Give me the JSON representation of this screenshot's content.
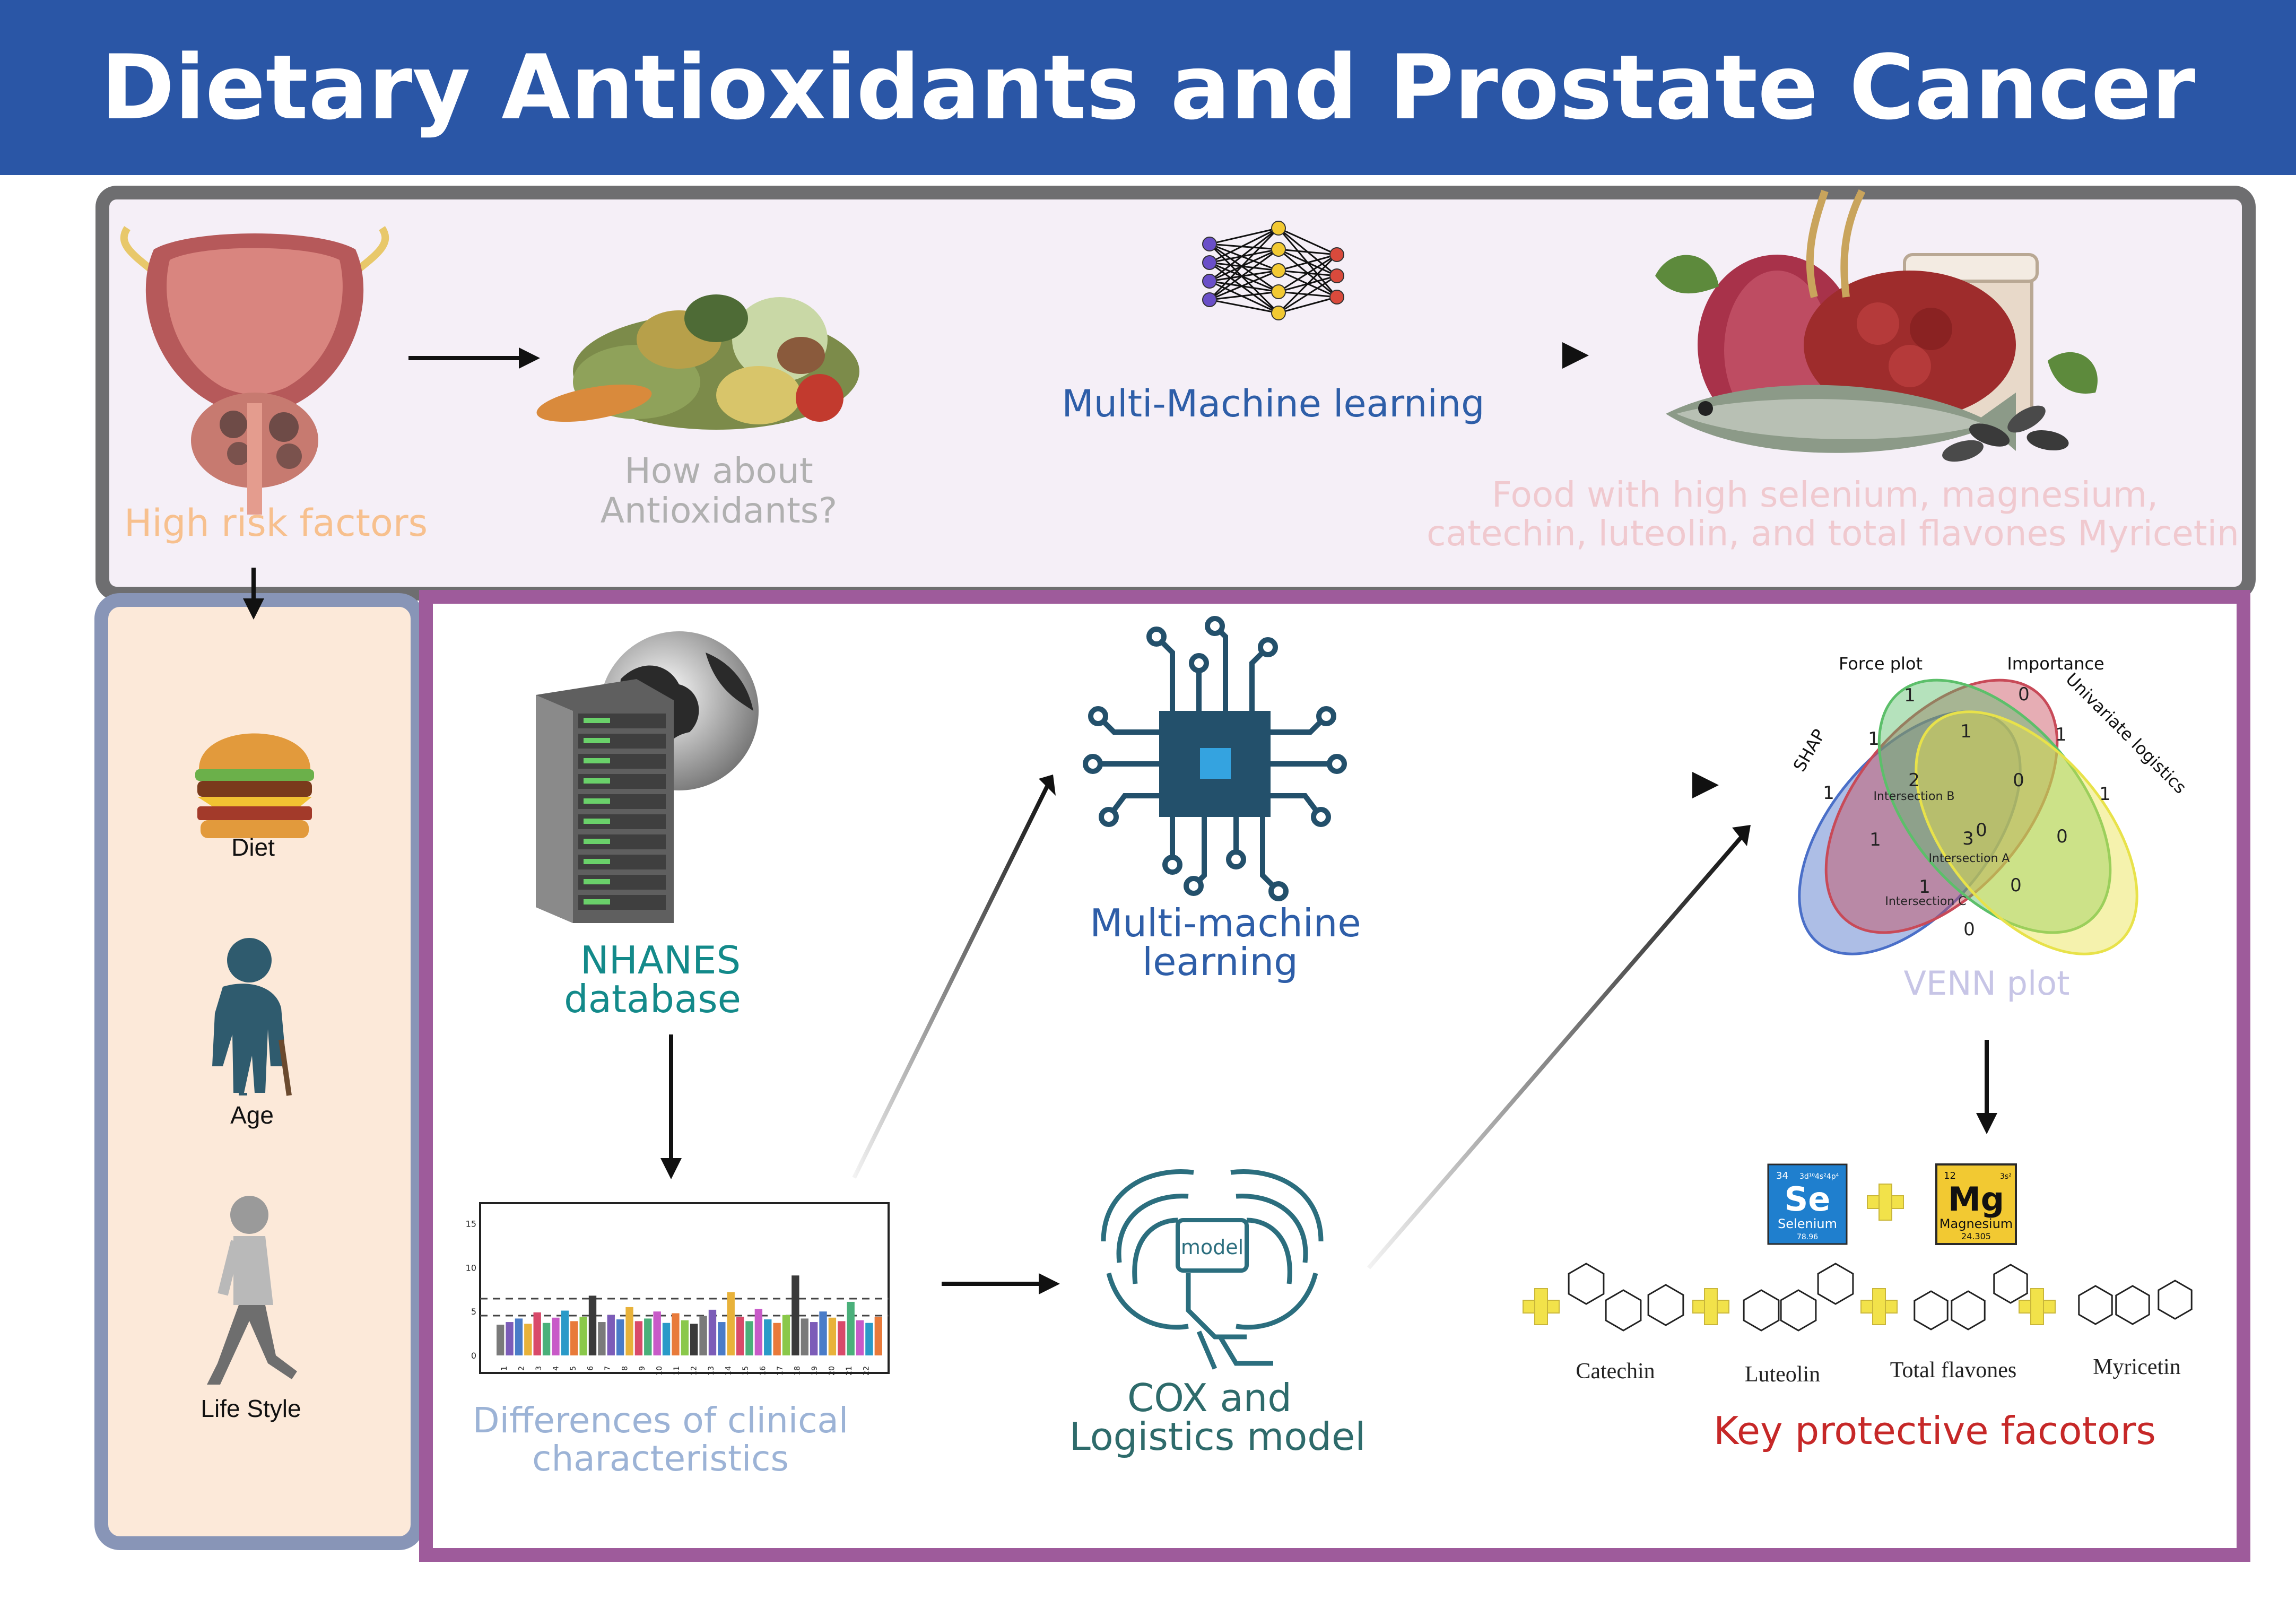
{
  "title": "Dietary Antioxidants and Prostate Cancer Risk",
  "top": {
    "high_risk": "High risk factors",
    "antioxidants": [
      "How about",
      "Antioxidants?"
    ],
    "ml": "Multi-Machine learning",
    "food": [
      "Food with high selenium, magnesium,",
      "catechin, luteolin, and total flavones  Myricetin"
    ]
  },
  "factors": [
    "Diet",
    "Age",
    "Life Style"
  ],
  "main": {
    "nhanes": [
      "NHANES",
      "database"
    ],
    "clinical": [
      "Differences of clinical",
      "characteristics"
    ],
    "mml": [
      "Multi-machine",
      "learning"
    ],
    "cox": [
      "COX and",
      "Logistics model"
    ],
    "model_chip": "model",
    "venn_label": "VENN plot",
    "key": "Key protective facotors"
  },
  "venn": {
    "sets": [
      "SHAP",
      "Force plot",
      "Importance",
      "Univariate logistics"
    ],
    "counts": [
      "1",
      "1",
      "0",
      "1",
      "1",
      "1",
      "0",
      "1",
      "2",
      "0",
      "1",
      "3",
      "0",
      "1",
      "0",
      "0"
    ],
    "intersections": [
      "Intersection B",
      "Intersection A",
      "Intersection C"
    ]
  },
  "elements": {
    "se": {
      "number": "34",
      "config": "3d¹⁰4s²4p⁴",
      "symbol": "Se",
      "name": "Selenium",
      "mass": "78.96"
    },
    "mg": {
      "number": "12",
      "config": "3s²",
      "symbol": "Mg",
      "name": "Magnesium",
      "mass": "24.305"
    }
  },
  "compounds": [
    "Catechin",
    "Luteolin",
    "Total flavones",
    "Myricetin"
  ],
  "manhattan": {
    "y_ticks": [
      "15",
      "10",
      "5",
      "0"
    ],
    "x_ticks": [
      "1",
      "2",
      "3",
      "4",
      "5",
      "6",
      "7",
      "8",
      "9",
      "10",
      "11",
      "12",
      "13",
      "14",
      "15",
      "16",
      "17",
      "18",
      "19",
      "20",
      "21",
      "22"
    ],
    "bars": [
      3.5,
      3.8,
      4.2,
      3.6,
      4.9,
      3.7,
      4.3,
      5.1,
      3.9,
      4.4,
      6.8,
      3.8,
      4.6,
      4.1,
      5.5,
      3.9,
      4.2,
      5.0,
      3.7,
      4.8,
      4.0,
      3.6,
      4.5,
      5.2,
      3.8,
      7.2,
      4.4,
      3.9,
      5.3,
      4.1,
      3.7,
      4.6,
      9.1,
      4.2,
      3.8,
      5.0,
      4.3,
      3.9,
      6.1,
      4.0,
      3.7,
      4.4
    ]
  },
  "colors": {
    "title_bg": "#2A56A6",
    "top_border": "#6E6E70",
    "left_border": "#8895B7",
    "main_border": "#9E5B9B",
    "teal": "#138A8A",
    "blue": "#2E5EA8",
    "dark_teal": "#2E6B6B",
    "red": "#C62828",
    "orange": "#F7C08E"
  }
}
